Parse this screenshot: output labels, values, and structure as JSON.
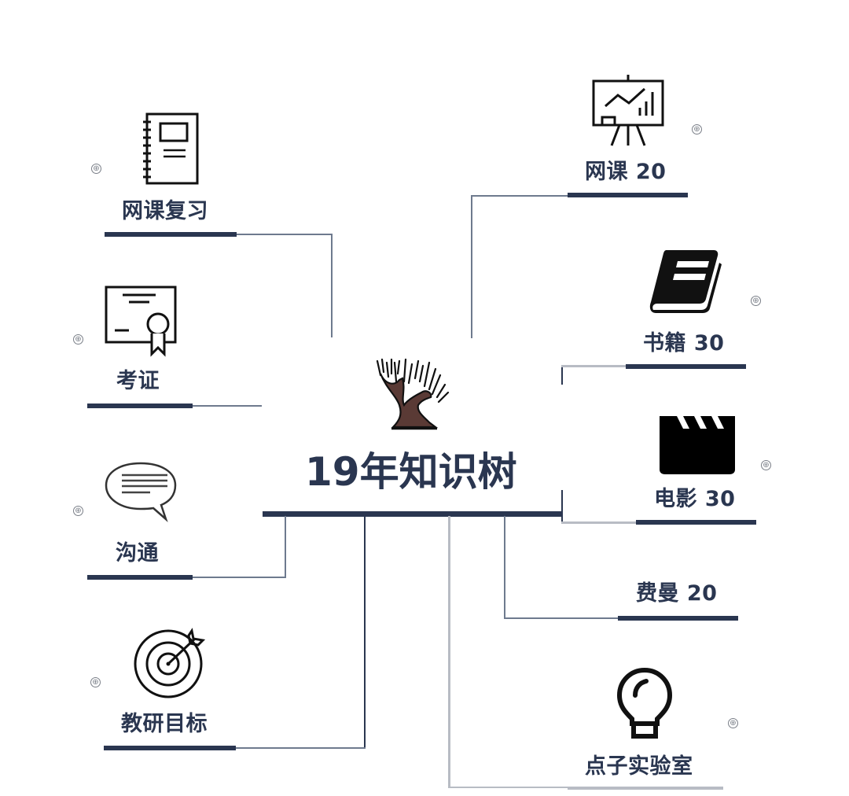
{
  "root": {
    "title": "19年知识树",
    "icon": "tree-icon"
  },
  "colors": {
    "primary": "#2a3650",
    "connector": "#6e7a8e",
    "connector_light": "#b8bcc4",
    "tree_trunk": "#5a3a35"
  },
  "left_branches": [
    {
      "label": "网课复习",
      "icon": "notebook-icon",
      "toggle": "⊕"
    },
    {
      "label": "考证",
      "icon": "certificate-icon",
      "toggle": "⊕"
    },
    {
      "label": "沟通",
      "icon": "speech-bubble-icon",
      "toggle": "⊕"
    },
    {
      "label": "教研目标",
      "icon": "target-icon",
      "toggle": "⊕"
    }
  ],
  "right_branches": [
    {
      "label": "网课 20",
      "icon": "presentation-board-icon",
      "toggle": "⊕"
    },
    {
      "label": "书籍 30",
      "icon": "book-icon",
      "toggle": "⊕"
    },
    {
      "label": "电影 30",
      "icon": "clapperboard-icon",
      "toggle": "⊕"
    },
    {
      "label": "费曼 20",
      "icon": "",
      "toggle": ""
    },
    {
      "label": "点子实验室",
      "icon": "lightbulb-icon",
      "toggle": "⊕"
    }
  ]
}
